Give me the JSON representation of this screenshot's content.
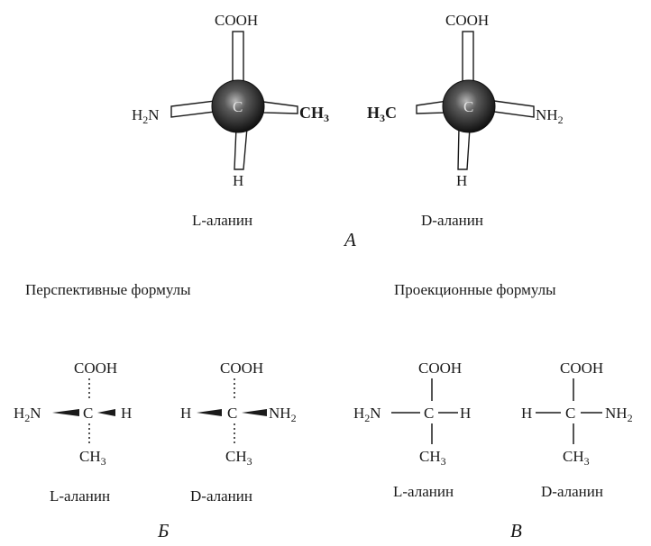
{
  "section_a": {
    "label": "A",
    "l_model": {
      "top": "COOH",
      "left_main": "H",
      "left_sub": "2",
      "left_tail": "N",
      "right": "CH",
      "right_sub": "3",
      "bottom": "H",
      "center": "C",
      "name": "L-аланин"
    },
    "d_model": {
      "top": "COOH",
      "left_main": "H",
      "left_sub": "3",
      "left_tail": "C",
      "right_main": "NH",
      "right_sub": "2",
      "bottom": "H",
      "center": "C",
      "name": "D-аланин"
    }
  },
  "section_b": {
    "label": "Б",
    "title": "Перспективные формулы",
    "l": {
      "top": "COOH",
      "left_main": "H",
      "left_sub": "2",
      "left_tail": "N",
      "center": "C",
      "right": "H",
      "bottom_main": "CH",
      "bottom_sub": "3",
      "name": "L-аланин"
    },
    "d": {
      "top": "COOH",
      "left": "H",
      "center": "C",
      "right_main": "NH",
      "right_sub": "2",
      "bottom_main": "CH",
      "bottom_sub": "3",
      "name": "D-аланин"
    }
  },
  "section_c": {
    "label": "В",
    "title": "Проекционные формулы",
    "l": {
      "top": "COOH",
      "left_main": "H",
      "left_sub": "2",
      "left_tail": "N",
      "center": "C",
      "right": "H",
      "bottom_main": "CH",
      "bottom_sub": "3",
      "name": "L-аланин"
    },
    "d": {
      "top": "COOH",
      "left": "H",
      "center": "C",
      "right_main": "NH",
      "right_sub": "2",
      "bottom_main": "CH",
      "bottom_sub": "3",
      "name": "D-аланин"
    }
  },
  "colors": {
    "ink": "#1a1a1a",
    "sphere_dark": "#1c1c1c",
    "sphere_light": "#9a9a9a"
  }
}
